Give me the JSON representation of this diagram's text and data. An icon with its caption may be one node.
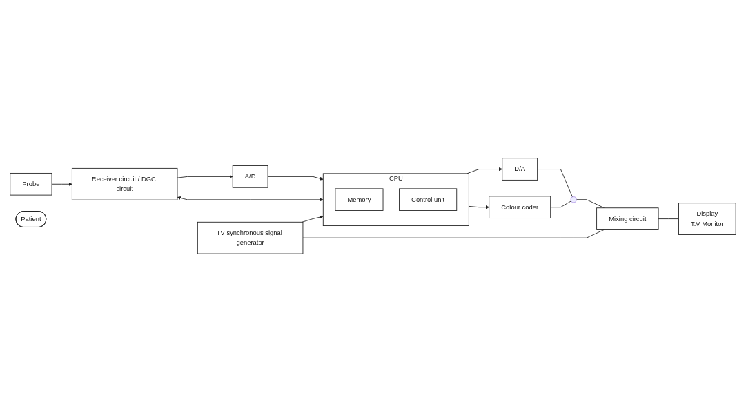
{
  "diagram": {
    "nodes": [
      {
        "text": [
          "Receiver circuit / DGC circuit"
        ]
      },
      {
        "text": [
          "A/D"
        ]
      },
      {
        "text": [
          "CPU"
        ]
      },
      {
        "text": [
          "Memory"
        ],
        "in": 2
      },
      {
        "text": [
          "Control unit"
        ],
        "in": 2
      },
      {
        "text": [
          "D/A"
        ]
      },
      {
        "text": [
          "Colour coder"
        ]
      },
      {
        "text": [],
        "shape": "switch"
      },
      {
        "text": [
          "Mixing circuit"
        ]
      },
      {
        "text": [
          "Display",
          "T.V Monitor"
        ]
      },
      {
        "text": [
          "TV synchronous signal generator"
        ]
      },
      {
        "text": [
          "Probe"
        ]
      },
      {
        "text": [
          "Patient"
        ]
      }
    ],
    "edges": [
      {
        "from": 11,
        "to": 0,
        "arrow": "to"
      },
      {
        "from": 0,
        "to": 1,
        "arrow": "to"
      },
      {
        "from": 1,
        "to": 2,
        "arrow": "to"
      },
      {
        "from": 0,
        "to": 2,
        "arrow": "both"
      },
      {
        "from": 2,
        "to": 5,
        "arrow": "to"
      },
      {
        "from": 2,
        "to": 6,
        "arrow": "to"
      },
      {
        "from": 5,
        "to": 7,
        "arrow": "none"
      },
      {
        "from": 6,
        "to": 7,
        "arrow": "none"
      },
      {
        "from": 7,
        "to": 8,
        "arrow": "none"
      },
      {
        "from": 8,
        "to": 9,
        "arrow": "none"
      },
      {
        "from": 10,
        "to": 2,
        "arrow": "to"
      },
      {
        "from": 10,
        "to": 8,
        "arrow": "none"
      }
    ]
  }
}
